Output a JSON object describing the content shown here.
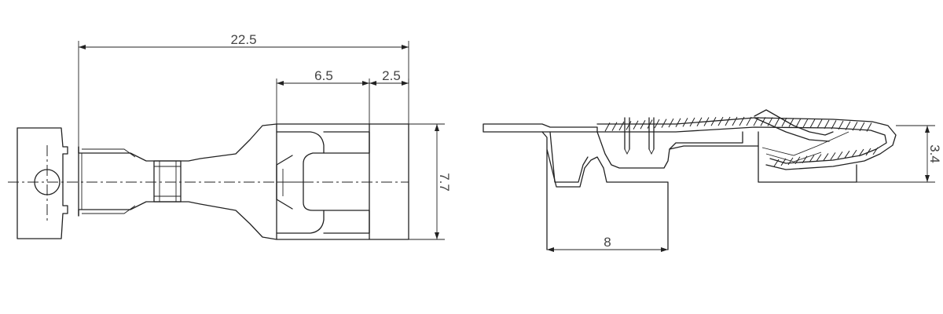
{
  "dimensions": {
    "total_length": "22.5",
    "contact_length": "6.5",
    "tip_length": "2.5",
    "width": "7.7",
    "side_length": "8",
    "side_height": "3.4"
  }
}
